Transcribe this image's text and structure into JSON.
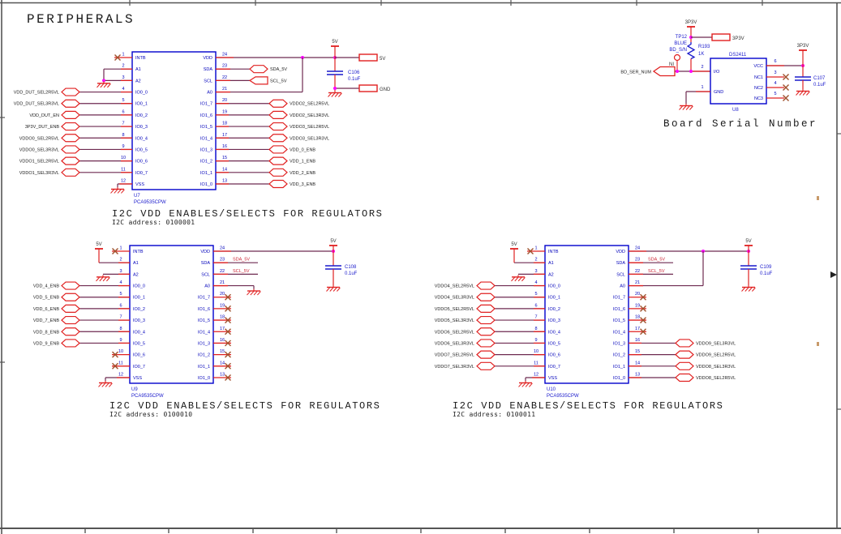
{
  "title": "PERIPHERALS",
  "colors": {
    "ic_outline": "#0000cc",
    "pin": "#e02020",
    "wire": "#6e2a50",
    "junction": "#ff00ff",
    "no_connect": "#a0522d",
    "net_label_red": "#cc2233",
    "blue_part": "#1a1acc",
    "border": "#555555"
  },
  "captions": {
    "u7_heading": "I2C VDD ENABLES/SELECTS FOR REGULATORS",
    "u7_address": "I2C address: 0100001",
    "u9_heading": "I2C VDD ENABLES/SELECTS FOR REGULATORS",
    "u9_address": "I2C address: 0100010",
    "u10_heading": "I2C VDD ENABLES/SELECTS FOR REGULATORS",
    "u10_address": "I2C address: 0100011",
    "serial_heading": "Board Serial Number"
  },
  "ics": [
    {
      "ref": "U7",
      "part": "PCA9535CPW",
      "left_pin_names": [
        "INTB",
        "A1",
        "A2",
        "IO0_0",
        "IO0_1",
        "IO0_2",
        "IO0_3",
        "IO0_4",
        "IO0_5",
        "IO0_6",
        "IO0_7",
        "VSS"
      ],
      "left_pin_numbers": [
        "1",
        "2",
        "3",
        "4",
        "5",
        "6",
        "7",
        "8",
        "9",
        "10",
        "11",
        "12"
      ],
      "right_pin_names": [
        "VDD",
        "SDA",
        "SCL",
        "A0",
        "IO1_7",
        "IO1_6",
        "IO1_5",
        "IO1_4",
        "IO1_3",
        "IO1_2",
        "IO1_1",
        "IO1_0"
      ],
      "right_pin_numbers": [
        "24",
        "23",
        "22",
        "21",
        "20",
        "19",
        "18",
        "17",
        "16",
        "15",
        "14",
        "13"
      ],
      "left_nets": [
        "VDD_DUT_SEL2R5VL",
        "VDD_DUT_SEL3R3VL",
        "VDD_DUT_EN",
        "3P3V_DUT_ENB",
        "VDDO0_SEL2R5VL",
        "VDDO0_SEL3R3VL",
        "VDDO1_SEL2R5VL",
        "VDDO1_SEL3R3VL"
      ],
      "right_nets": [
        "VDDO2_SEL2R5VL",
        "VDDO2_SEL3R3VL",
        "VDDO3_SEL2R5VL",
        "VDDO3_SEL3R3VL",
        "VDD_0_ENB",
        "VDD_1_ENB",
        "VDD_2_ENB",
        "VDD_3_ENB"
      ],
      "sda_net": "SDA_5V",
      "scl_net": "SCL_5V",
      "power_net": "5V",
      "offpage": [
        "5V",
        "GND"
      ],
      "cap_ref": "C106",
      "cap_value": "0.1uF"
    },
    {
      "ref": "U9",
      "part": "PCA9535CPW",
      "left_pin_names": [
        "INTB",
        "A1",
        "A2",
        "IO0_0",
        "IO0_1",
        "IO0_2",
        "IO0_3",
        "IO0_4",
        "IO0_5",
        "IO0_6",
        "IO0_7",
        "VSS"
      ],
      "left_pin_numbers": [
        "1",
        "2",
        "3",
        "4",
        "5",
        "6",
        "7",
        "8",
        "9",
        "10",
        "11",
        "12"
      ],
      "right_pin_names": [
        "VDD",
        "SDA",
        "SCL",
        "A0",
        "IO1_7",
        "IO1_6",
        "IO1_5",
        "IO1_4",
        "IO1_3",
        "IO1_2",
        "IO1_1",
        "IO1_0"
      ],
      "right_pin_numbers": [
        "24",
        "23",
        "22",
        "21",
        "20",
        "19",
        "18",
        "17",
        "16",
        "15",
        "14",
        "13"
      ],
      "left_nets": [
        "VDD_4_ENB",
        "VDD_5_ENB",
        "VDD_6_ENB",
        "VDD_7_ENB",
        "VDD_8_ENB",
        "VDD_9_ENB",
        null,
        null
      ],
      "right_nets": [
        null,
        null,
        null,
        null,
        null,
        null,
        null,
        null
      ],
      "sda_net": "SDA_5V",
      "scl_net": "SCL_5V",
      "power_net": "5V",
      "offpage": [],
      "cap_ref": "C108",
      "cap_value": "0.1uF"
    },
    {
      "ref": "U10",
      "part": "PCA9535CPW",
      "left_pin_names": [
        "INTB",
        "A1",
        "A2",
        "IO0_0",
        "IO0_1",
        "IO0_2",
        "IO0_3",
        "IO0_4",
        "IO0_5",
        "IO0_6",
        "IO0_7",
        "VSS"
      ],
      "left_pin_numbers": [
        "1",
        "2",
        "3",
        "4",
        "5",
        "6",
        "7",
        "8",
        "9",
        "10",
        "11",
        "12"
      ],
      "right_pin_names": [
        "VDD",
        "SDA",
        "SCL",
        "A0",
        "IO1_7",
        "IO1_6",
        "IO1_5",
        "IO1_4",
        "IO1_3",
        "IO1_2",
        "IO1_1",
        "IO1_0"
      ],
      "right_pin_numbers": [
        "24",
        "23",
        "22",
        "21",
        "20",
        "19",
        "18",
        "17",
        "16",
        "15",
        "14",
        "13"
      ],
      "left_nets": [
        "VDDO4_SEL2R5VL",
        "VDDO4_SEL3R3VL",
        "VDDO5_SEL2R5VL",
        "VDDO5_SEL3R3VL",
        "VDDO6_SEL2R5VL",
        "VDDO6_SEL3R3VL",
        "VDDO7_SEL2R5VL",
        "VDDO7_SEL3R3VL"
      ],
      "right_nets": [
        null,
        null,
        null,
        null,
        "VDDO9_SEL3R3VL",
        "VDDO9_SEL2R5VL",
        "VDDO8_SEL3R3VL",
        "VDDO8_SEL2R5VL"
      ],
      "sda_net": "SDA_5V",
      "scl_net": "SCL_5V",
      "power_net": "5V",
      "offpage": [],
      "cap_ref": "C109",
      "cap_value": "0.1uF"
    }
  ],
  "serial_block": {
    "ref": "U8",
    "part": "DS2411",
    "pins_left": [
      {
        "num": "2",
        "name": "I/O"
      },
      {
        "num": "1",
        "name": "GND"
      }
    ],
    "pins_right": [
      {
        "num": "6",
        "name": "VCC"
      },
      {
        "num": "3",
        "name": "NC1"
      },
      {
        "num": "4",
        "name": "NC2"
      },
      {
        "num": "5",
        "name": "NC3"
      }
    ],
    "resistor": {
      "ref": "R193",
      "value": "1K"
    },
    "testpoint": {
      "lines": [
        "TP12",
        "BLUE",
        "BD_S/N"
      ],
      "flag": "NI"
    },
    "port": "BD_SER_NUM",
    "cap": {
      "ref": "C107",
      "value": "0.1uF"
    },
    "power_top": "3P3V",
    "offpage": "3P3V",
    "power_right": "3P3V"
  }
}
